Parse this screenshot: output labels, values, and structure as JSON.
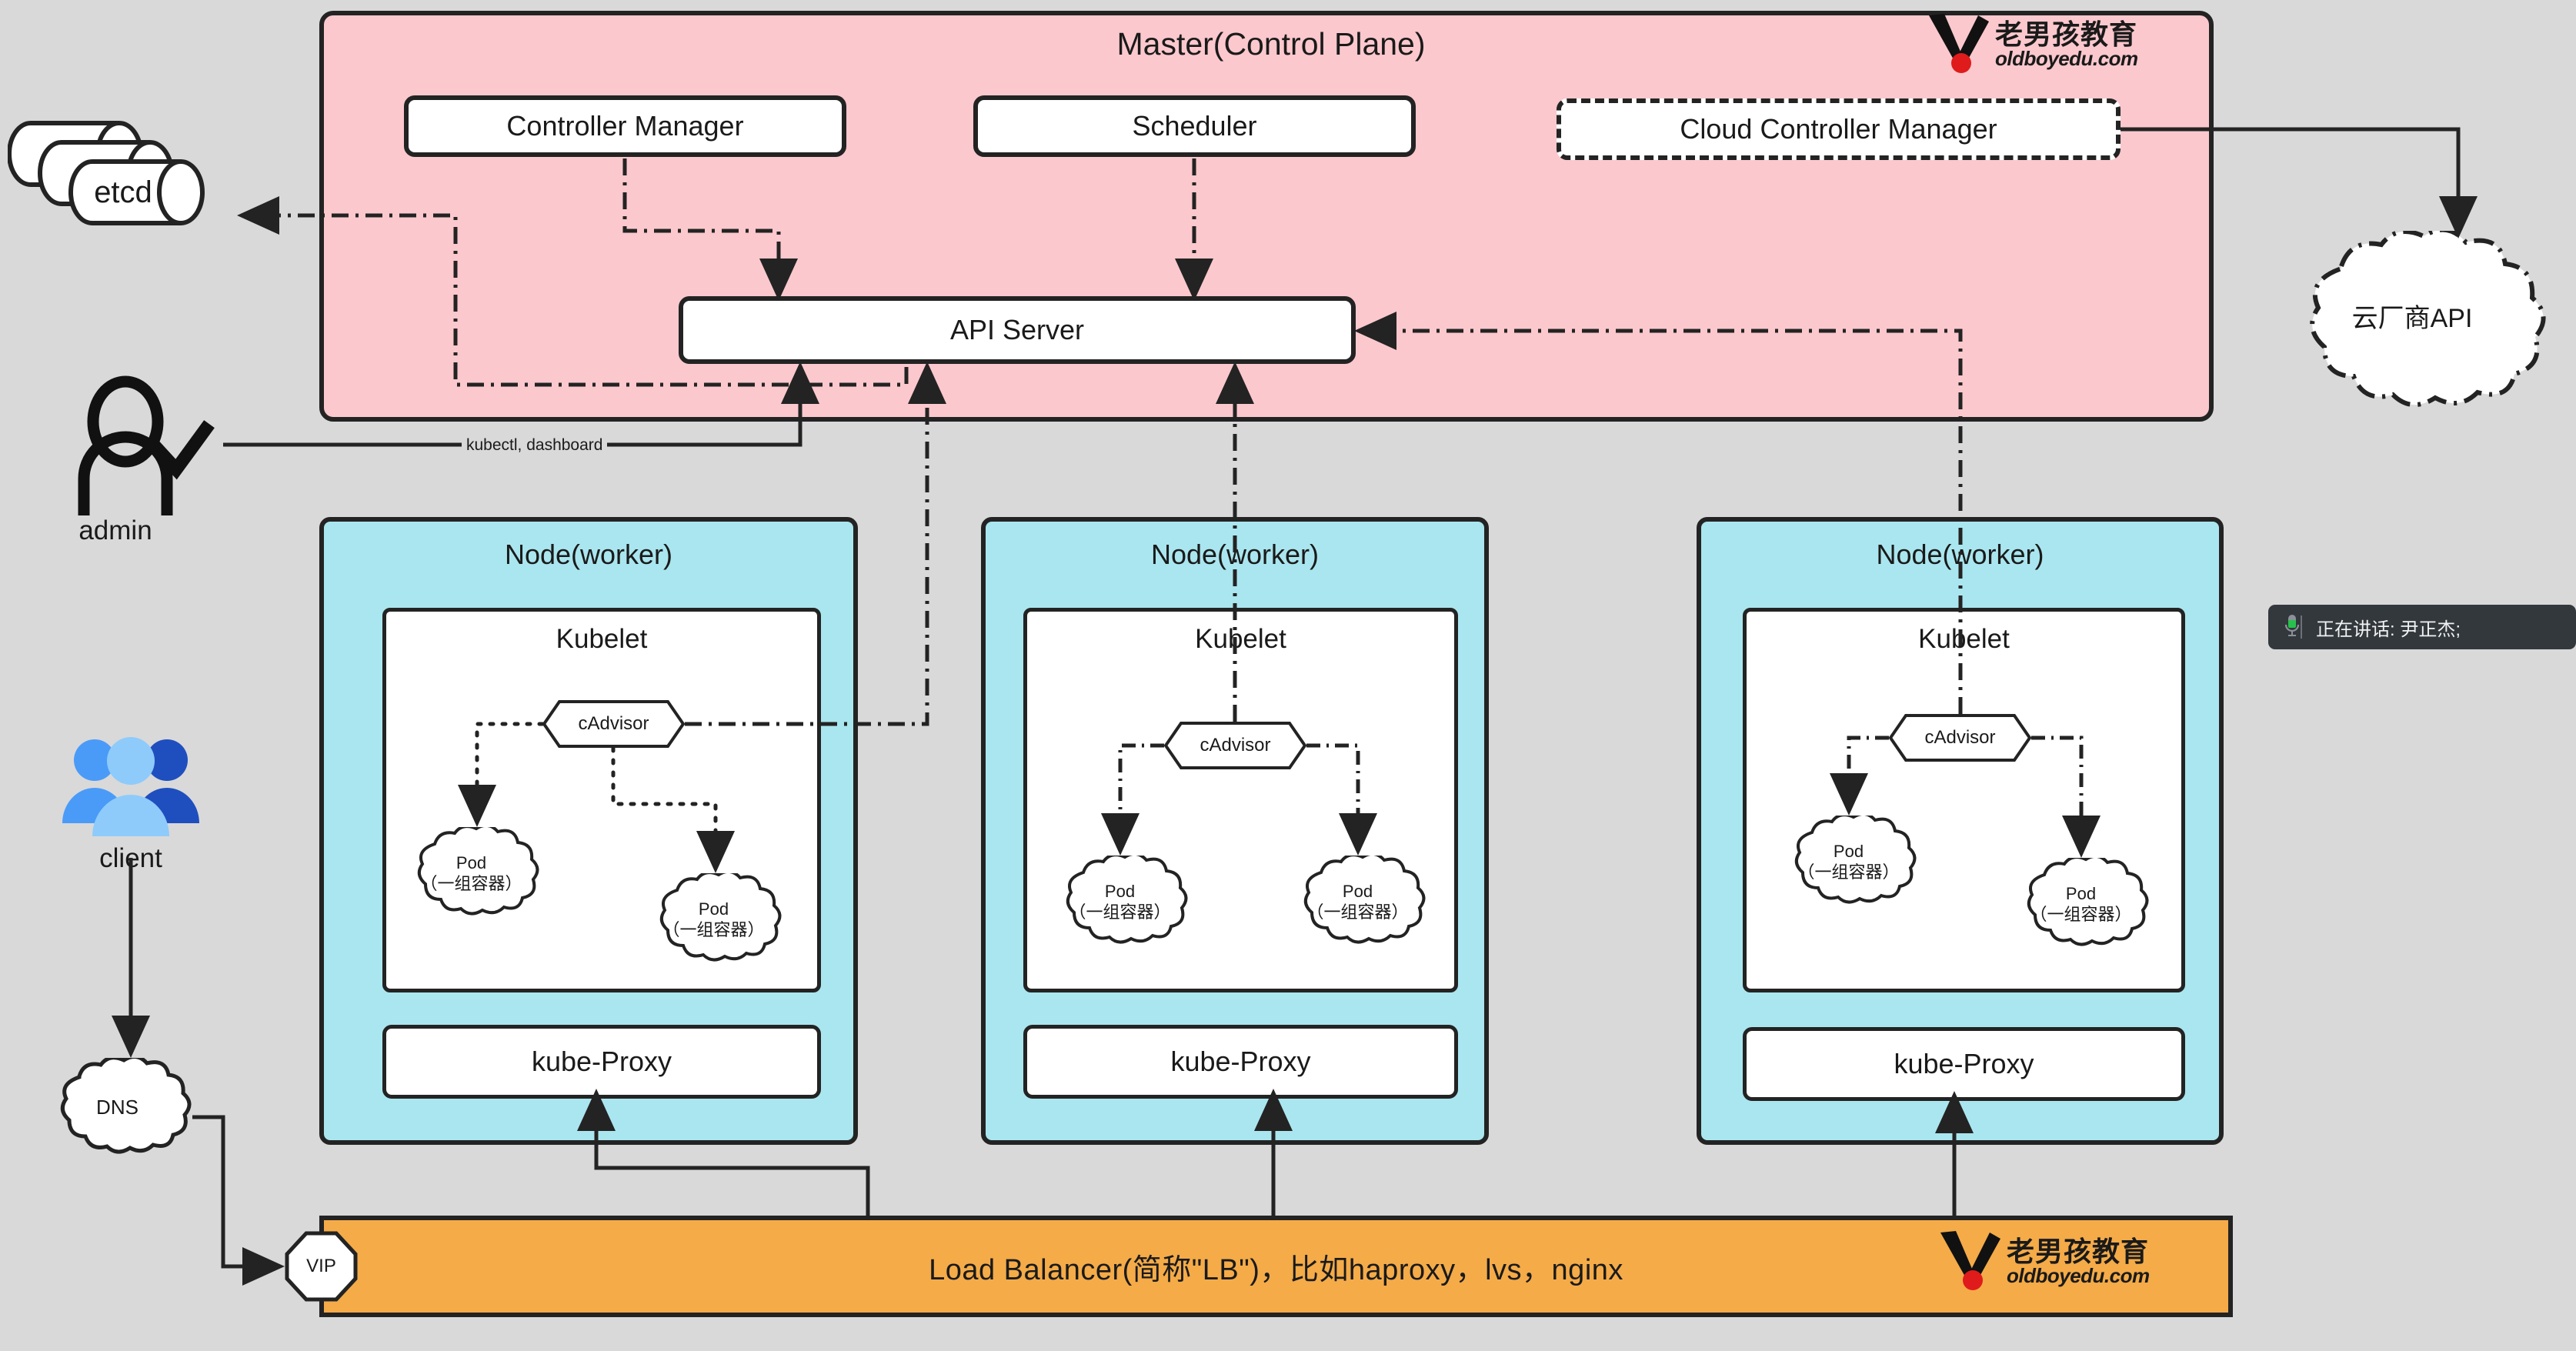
{
  "diagram": {
    "title": "Kubernetes Architecture",
    "background_color": "#d9d9d9"
  },
  "master": {
    "title": "Master(Control Plane)",
    "fill": "#fbc8cd",
    "components": [
      {
        "label": "Controller Manager",
        "style": "solid"
      },
      {
        "label": "Scheduler",
        "style": "solid"
      },
      {
        "label": "Cloud Controller Manager",
        "style": "dash-dot"
      },
      {
        "label": "API Server",
        "style": "solid"
      }
    ]
  },
  "etcd": {
    "label": "etcd",
    "stack_count": 3
  },
  "cloud_api": {
    "label": "云厂商API"
  },
  "admin": {
    "label": "admin",
    "icon": "user-check-icon"
  },
  "client": {
    "label": "client",
    "icon": "users-icon"
  },
  "dns": {
    "label": "DNS"
  },
  "vip": {
    "label": "VIP"
  },
  "edge_labels": {
    "kubectl": "kubectl, dashboard"
  },
  "nodes": [
    {
      "title": "Node(worker)",
      "kubelet": "Kubelet",
      "cadvisor": "cAdvisor",
      "proxy": "kube-Proxy",
      "pods": [
        {
          "line1": "Pod",
          "line2": "（一组容器）"
        },
        {
          "line1": "Pod",
          "line2": "（一组容器）"
        }
      ],
      "link_style": "dotted"
    },
    {
      "title": "Node(worker)",
      "kubelet": "Kubelet",
      "cadvisor": "cAdvisor",
      "proxy": "kube-Proxy",
      "pods": [
        {
          "line1": "Pod",
          "line2": "（一组容器）"
        },
        {
          "line1": "Pod",
          "line2": "（一组容器）"
        }
      ],
      "link_style": "dash-dot"
    },
    {
      "title": "Node(worker)",
      "kubelet": "Kubelet",
      "cadvisor": "cAdvisor",
      "proxy": "kube-Proxy",
      "pods": [
        {
          "line1": "Pod",
          "line2": "（一组容器）"
        },
        {
          "line1": "Pod",
          "line2": "（一组容器）"
        }
      ],
      "link_style": "dash-dot"
    }
  ],
  "load_balancer": {
    "label": "Load Balancer(简称\"LB\")，比如haproxy，lvs，nginx",
    "fill": "#f4ab48"
  },
  "logo": {
    "cn": "老男孩教育",
    "en": "oldboyedu.com",
    "dot_color": "#e01b1b"
  },
  "speaking_overlay": {
    "text": "正在讲话: 尹正杰;",
    "icon": "microphone-icon",
    "active_color": "#27c24c"
  },
  "colors": {
    "master_fill": "#fbc8cd",
    "node_fill": "#aae6ef",
    "lb_fill": "#f4ab48",
    "stroke": "#232323",
    "background": "#d9d9d9"
  }
}
